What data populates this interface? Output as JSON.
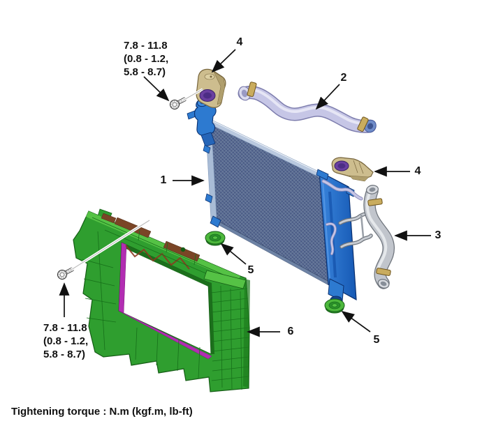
{
  "caption": "Tightening torque : N.m (kgf.m, lb-ft)",
  "torque_specs": {
    "upper": {
      "line1": "7.8 - 11.8",
      "line2": "(0.8 - 1.2,",
      "line3": "5.8 - 8.7)"
    },
    "lower": {
      "line1": "7.8 - 11.8",
      "line2": "(0.8 - 1.2,",
      "line3": "5.8 - 8.7)"
    }
  },
  "callouts": {
    "radiator": {
      "number": "1"
    },
    "upper_radiator_hose": {
      "number": "2"
    },
    "lower_radiator_hose": {
      "number": "3"
    },
    "radiator_bracket_top": {
      "number": "4"
    },
    "radiator_bracket_right": {
      "number": "4"
    },
    "radiator_mount_left": {
      "number": "5"
    },
    "radiator_mount_right": {
      "number": "5"
    },
    "front_end_module_carrier": {
      "number": "6"
    }
  },
  "colors": {
    "radiator_core": "#5d6f96",
    "radiator_frame": "#b9c8de",
    "radiator_tank_blue": "#2d7ad0",
    "carrier_green": "#2f9e2f",
    "carrier_highlight": "#55c245",
    "carrier_magenta": "#b22db2",
    "bracket_tan": "#cdbd8e",
    "bracket_insert_purple": "#6a3fa0",
    "upper_hose_lavender": "#c6c6e6",
    "lower_hose_gray": "#c1c5cc",
    "mount_green": "#4db83c",
    "clamp_tan": "#c9ac5e",
    "line_black": "#111111"
  }
}
